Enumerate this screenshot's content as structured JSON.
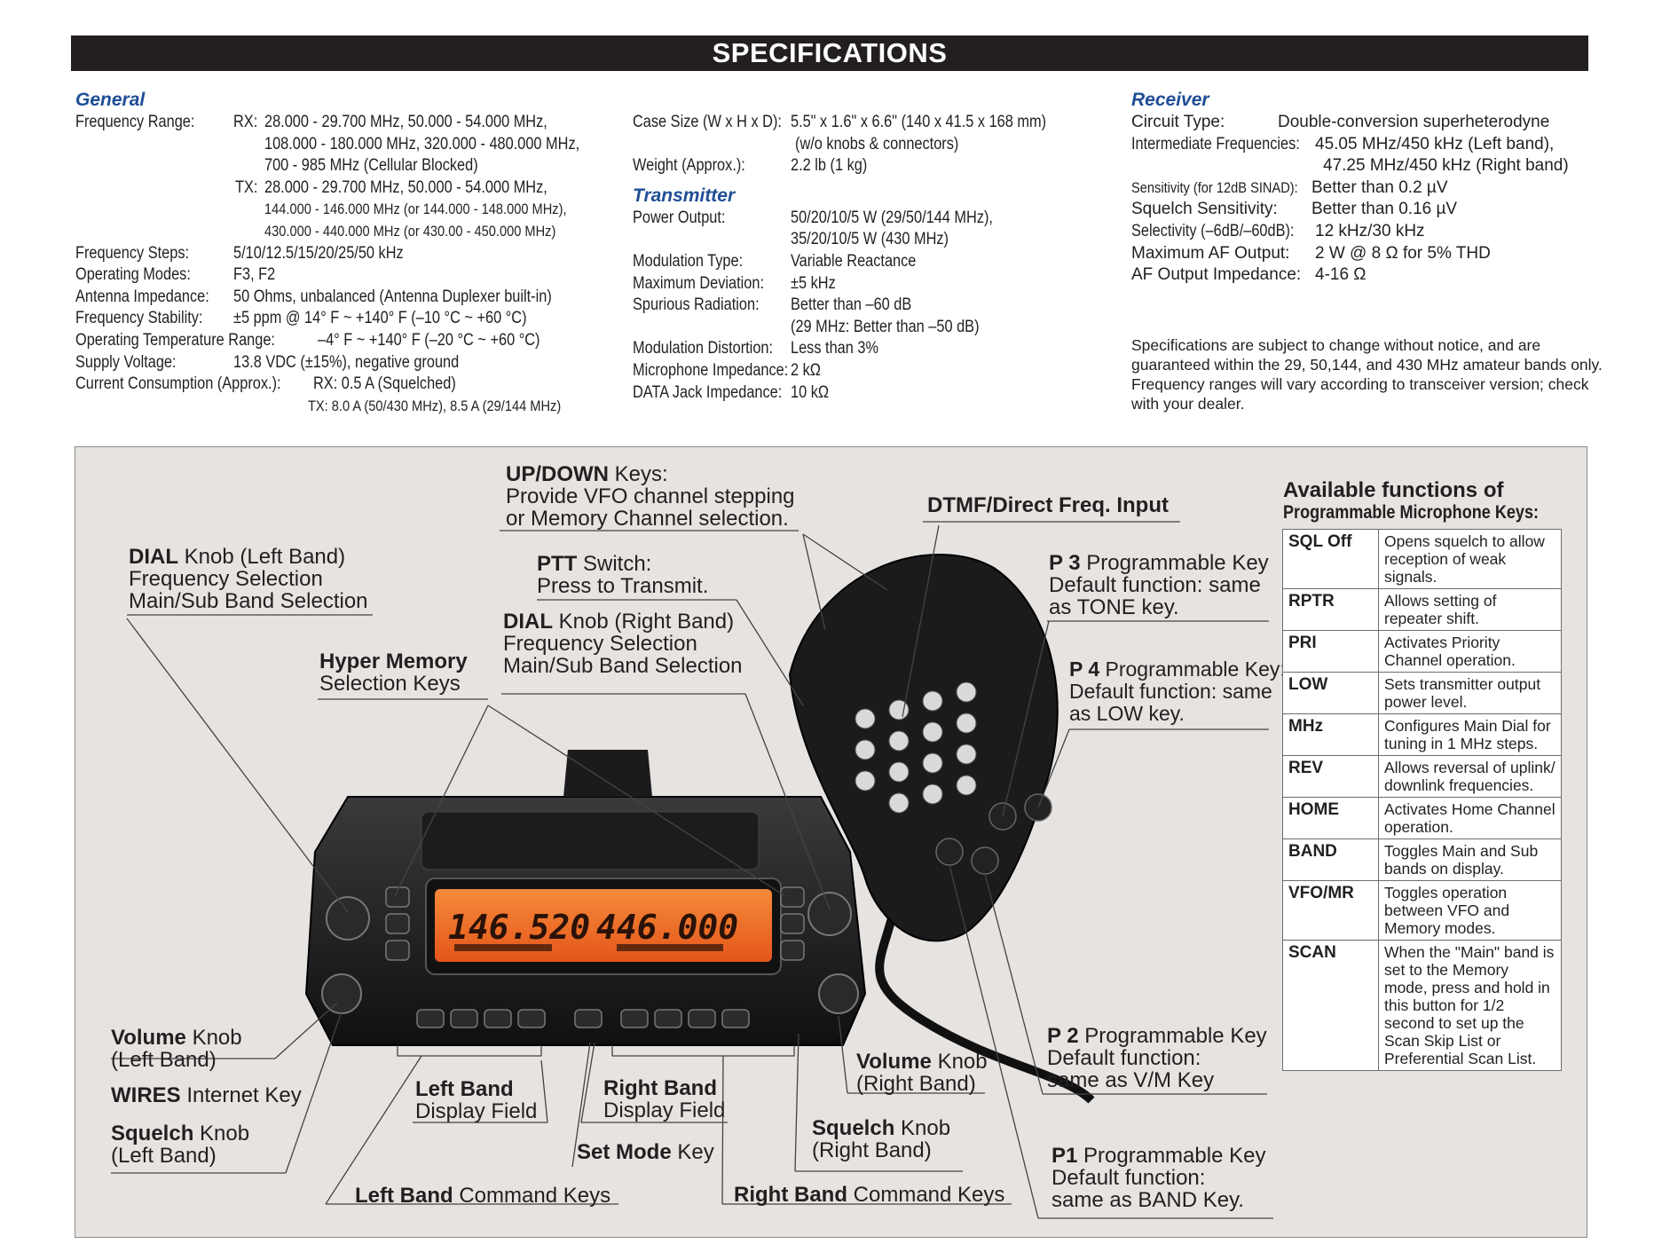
{
  "header": {
    "title": "SPECIFICATIONS"
  },
  "general": {
    "title": "General",
    "freq_range_label": "Frequency Range:",
    "rx_prefix": "RX:",
    "rx_lines": [
      "28.000 - 29.700 MHz, 50.000 - 54.000 MHz,",
      "108.000 - 180.000 MHz, 320.000 - 480.000 MHz,",
      "700 - 985 MHz (Cellular Blocked)"
    ],
    "tx_prefix": "TX:",
    "tx_lines": [
      "28.000 - 29.700 MHz, 50.000 - 54.000 MHz,",
      "144.000 - 146.000 MHz (or 144.000 - 148.000 MHz),",
      "430.000 - 440.000 MHz (or 430.00 - 450.000 MHz)"
    ],
    "steps_label": "Frequency Steps:",
    "steps_value": "5/10/12.5/15/20/25/50 kHz",
    "modes_label": "Operating Modes:",
    "modes_value": "F3, F2",
    "impedance_label": "Antenna Impedance:",
    "impedance_value": "50 Ohms, unbalanced (Antenna Duplexer built-in)",
    "stability_label": "Frequency Stability:",
    "stability_value": "±5 ppm @ 14° F ~ +140° F (–10 °C ~ +60 °C)",
    "temp_label": "Operating Temperature Range:",
    "temp_value": "–4° F ~ +140° F (–20 °C ~ +60 °C)",
    "voltage_label": "Supply Voltage:",
    "voltage_value": "13.8 VDC (±15%), negative ground",
    "current_label": "Current Consumption (Approx.):",
    "current_rx": "RX: 0.5 A (Squelched)",
    "current_tx": "TX: 8.0 A (50/430 MHz), 8.5 A (29/144 MHz)"
  },
  "case": {
    "size_label": "Case Size (W x H x D):",
    "size_value": "5.5\" x 1.6\" x 6.6\" (140 x 41.5 x 168 mm)",
    "size_note": "(w/o knobs & connectors)",
    "weight_label": "Weight (Approx.):",
    "weight_value": "2.2 lb (1 kg)"
  },
  "transmitter": {
    "title": "Transmitter",
    "power_label": "Power Output:",
    "power_value1": "50/20/10/5 W (29/50/144 MHz),",
    "power_value2": "35/20/10/5 W (430 MHz)",
    "modtype_label": "Modulation Type:",
    "modtype_value": "Variable Reactance",
    "deviation_label": "Maximum Deviation:",
    "deviation_value": "±5 kHz",
    "spurious_label": "Spurious Radiation:",
    "spurious_value1": "Better than –60 dB",
    "spurious_value2": "(29 MHz: Better than –50 dB)",
    "distortion_label": "Modulation Distortion:",
    "distortion_value": "Less than 3%",
    "mic_label": "Microphone Impedance:",
    "mic_value": "2 kΩ",
    "data_label": "DATA Jack Impedance:",
    "data_value": "10 kΩ"
  },
  "receiver": {
    "title": "Receiver",
    "circuit_label": "Circuit Type:",
    "circuit_value": "Double-conversion superheterodyne",
    "if_label": "Intermediate Frequencies:",
    "if_value1": "45.05 MHz/450 kHz (Left band),",
    "if_value2": "47.25 MHz/450 kHz (Right band)",
    "sens_label": "Sensitivity (for 12dB SINAD):",
    "sens_value": "Better than 0.2 µV",
    "sq_label": "Squelch Sensitivity:",
    "sq_value": "Better than 0.16 µV",
    "sel_label": "Selectivity (–6dB/–60dB):",
    "sel_value": "12 kHz/30 kHz",
    "af_label": "Maximum AF Output:",
    "af_value": "2 W @ 8 Ω for 5% THD",
    "afi_label": "AF Output Impedance:",
    "afi_value": "4-16 Ω"
  },
  "note": "Specifications are subject to change without notice, and are guaranteed within the 29, 50,144, and 430 MHz amateur bands only. Frequency ranges will vary according to transceiver version; check with your dealer.",
  "display": {
    "left_freq": "146.520",
    "right_freq": "446.000"
  },
  "callouts": {
    "updown_bold": "UP/DOWN",
    "updown_rest": " Keys:",
    "updown_l2": "Provide VFO channel stepping",
    "updown_l3": "or Memory Channel selection.",
    "dtmf": "DTMF/Direct Freq. Input",
    "dial_left_bold": "DIAL",
    "dial_left_rest": " Knob (Left Band)",
    "dial_left_l2": "Frequency Selection",
    "dial_left_l3": "Main/Sub Band Selection",
    "ptt_bold": "PTT",
    "ptt_rest": " Switch:",
    "ptt_l2": "Press to Transmit.",
    "dial_right_bold": "DIAL",
    "dial_right_rest": " Knob (Right Band)",
    "dial_right_l2": "Frequency Selection",
    "dial_right_l3": "Main/Sub Band Selection",
    "hyper_bold": "Hyper Memory",
    "hyper_l2": "Selection Keys",
    "p3_bold": "P 3",
    "p3_rest": " Programmable Key",
    "p3_l2": "Default function: same",
    "p3_l3": " as TONE key.",
    "p4_bold": "P 4",
    "p4_rest": " Programmable Key:",
    "p4_l2": "Default function: same",
    "p4_l3": "as LOW key.",
    "p2_bold": "P 2",
    "p2_rest": " Programmable Key",
    "p2_l2": "Default function:",
    "p2_l3": "same as V/M Key",
    "p1_bold": "P1",
    "p1_rest": " Programmable Key",
    "p1_l2": "Default function:",
    "p1_l3": "same as BAND Key.",
    "vol_left_bold": "Volume",
    "vol_left_rest": " Knob",
    "vol_left_l2": "(Left Band)",
    "wires_bold": "WIRES",
    "wires_rest": " Internet Key",
    "sq_left_bold": "Squelch",
    "sq_left_rest": " Knob",
    "sq_left_l2": "(Left Band)",
    "lbd_bold": "Left Band",
    "lbd_l2": "Display Field",
    "rbd_bold": "Right Band",
    "rbd_l2": "Display Field",
    "vol_right_bold": "Volume",
    "vol_right_rest": " Knob",
    "vol_right_l2": "(Right Band)",
    "sq_right_bold": "Squelch",
    "sq_right_rest": " Knob",
    "sq_right_l2": "(Right Band)",
    "setmode_bold": "Set Mode",
    "setmode_rest": " Key",
    "lbck_bold": "Left Band",
    "lbck_rest": " Command Keys",
    "rbck_bold": "Right Band",
    "rbck_rest": " Command Keys"
  },
  "functions": {
    "title": "Available functions of",
    "subtitle": "Programmable Microphone Keys:",
    "rows": [
      {
        "key": "SQL Off",
        "desc": "Opens squelch to allow reception of weak signals."
      },
      {
        "key": "RPTR",
        "desc": "Allows setting of repeater shift."
      },
      {
        "key": "PRI",
        "desc": "Activates Priority Channel operation."
      },
      {
        "key": "LOW",
        "desc": "Sets transmitter output power level."
      },
      {
        "key": "MHz",
        "desc": "Configures Main Dial for tuning in 1 MHz steps."
      },
      {
        "key": "REV",
        "desc": "Allows reversal of uplink/ downlink frequencies."
      },
      {
        "key": "HOME",
        "desc": "Activates Home Channel operation."
      },
      {
        "key": "BAND",
        "desc": "Toggles Main and Sub bands on display."
      },
      {
        "key": "VFO/MR",
        "desc": "Toggles operation between VFO and Memory modes."
      },
      {
        "key": "SCAN",
        "desc": "When the \"Main\" band is set to the Memory mode, press and hold in this button for 1/2 second to set up the Scan Skip List or Preferential Scan List."
      }
    ]
  },
  "colors": {
    "title_blue": "#1f4e96",
    "display_orange": "#f06a1e",
    "panel_bg": "#e6e3e1"
  }
}
